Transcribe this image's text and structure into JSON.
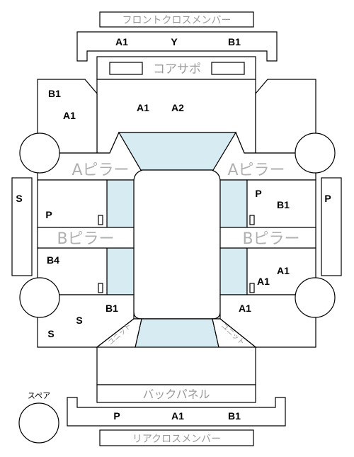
{
  "labels": {
    "front_cross_member": "フロントクロスメンバー",
    "core_support": "コアサポ",
    "a_pillar": "Aピラー",
    "b_pillar": "Bピラー",
    "back_panel": "バックパネル",
    "rear_cross_member": "リアクロスメンバー",
    "spare": "スペア",
    "unit": "ユニット"
  },
  "codes": {
    "front_left": "A1",
    "front_center": "Y",
    "front_right": "B1",
    "fl_outer_top": "B1",
    "fl_outer_bottom": "A1",
    "engine_left": "A1",
    "engine_right": "A2",
    "left_sill": "S",
    "right_sill": "P",
    "fl_door": "P",
    "fr_door_p": "P",
    "fr_door_b1": "B1",
    "rl_door": "B4",
    "rr_door_a1_top": "A1",
    "rr_door_a1_bottom": "A1",
    "rl_lower_b1": "B1",
    "rr_lower_a1": "A1",
    "rl_corner_s1": "S",
    "rl_corner_s2": "S",
    "rear_left": "P",
    "rear_center": "A1",
    "rear_right": "B1"
  }
}
